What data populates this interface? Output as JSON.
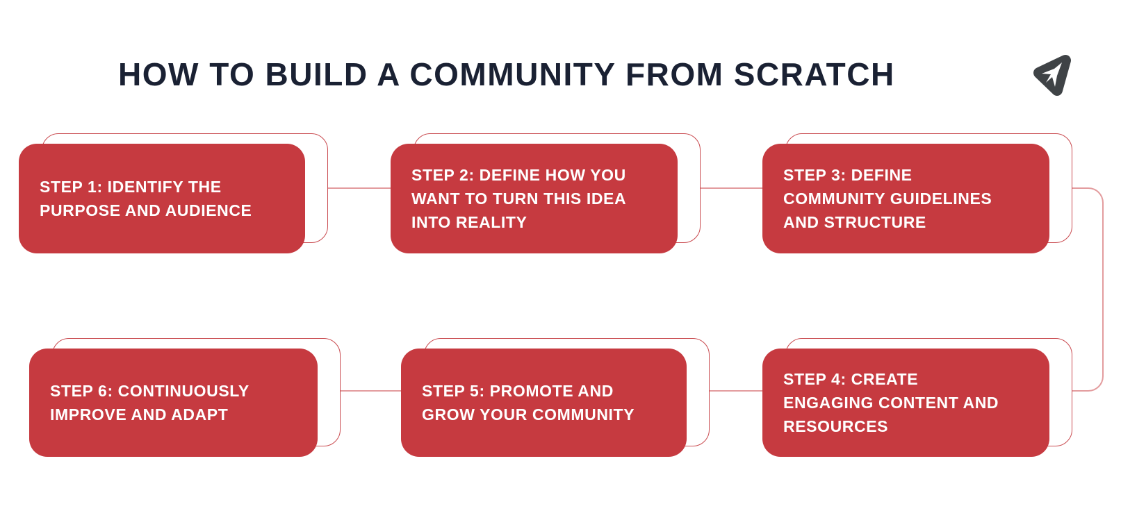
{
  "title": "HOW TO BUILD A COMMUNITY FROM SCRATCH",
  "logo": {
    "icon": "paper-plane-in-triangle"
  },
  "colors": {
    "card_red": "#C63A40",
    "outline_red": "#C94A4F",
    "connector_pink": "#E39C9E",
    "title_navy": "#1A2133",
    "logo_charcoal": "#3F4346",
    "background": "#FFFFFF",
    "card_text": "#FFFFFF"
  },
  "flow": {
    "steps": [
      {
        "id": "1",
        "label": "STEP 1: IDENTIFY THE\nPURPOSE AND AUDIENCE"
      },
      {
        "id": "2",
        "label": "STEP 2: DEFINE HOW YOU\nWANT TO TURN THIS IDEA\nINTO REALITY"
      },
      {
        "id": "3",
        "label": "STEP 3: DEFINE\nCOMMUNITY GUIDELINES\nAND STRUCTURE"
      },
      {
        "id": "4",
        "label": "STEP 4: CREATE\nENGAGING CONTENT AND\nRESOURCES"
      },
      {
        "id": "5",
        "label": "STEP 5: PROMOTE AND\nGROW YOUR COMMUNITY"
      },
      {
        "id": "6",
        "label": "STEP 6: CONTINUOUSLY\nIMPROVE AND ADAPT"
      }
    ]
  }
}
